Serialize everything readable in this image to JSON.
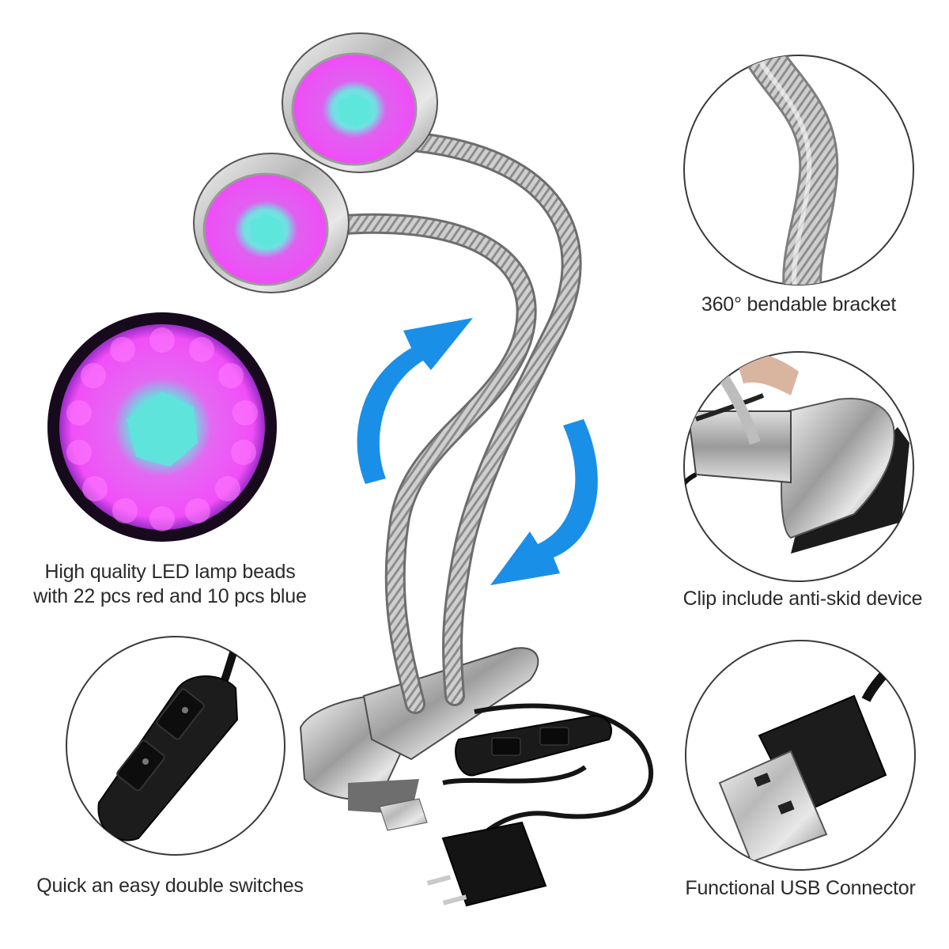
{
  "captions": {
    "bracket": "360° bendable bracket",
    "beads_line1": "High quality LED lamp beads",
    "beads_line2": "with 22 pcs red and 10 pcs blue",
    "clip": "Clip include anti-skid device",
    "switches": "Quick an easy double switches",
    "usb": "Functional USB Connector"
  },
  "led_counts": {
    "red": 22,
    "blue": 10
  },
  "colors": {
    "arrow": "#1a8fe8",
    "led_red": "#ff3cff",
    "led_blue": "#5fe0e6",
    "chrome": "#c8c8c8",
    "cable": "#151515"
  },
  "icons": [
    "gooseneck-detail-image",
    "led-closeup-image",
    "clip-detail-image",
    "switch-detail-image",
    "usb-plug-image",
    "rotate-arrow-icon"
  ]
}
